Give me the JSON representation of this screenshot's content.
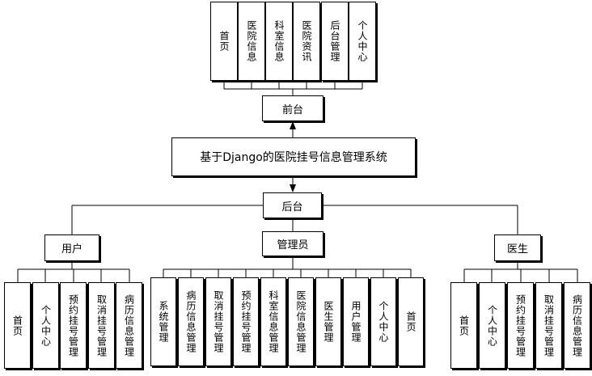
{
  "root": {
    "label": "基于Django的医院挂号信息管理系统"
  },
  "frontend": {
    "label": "前台",
    "modules": [
      "首页",
      "医院信息",
      "科室信息",
      "医院资讯",
      "后台管理",
      "个人中心"
    ]
  },
  "backend": {
    "label": "后台",
    "roles": [
      {
        "label": "用户",
        "modules": [
          "首页",
          "个人中心",
          "预约挂号管理",
          "取消挂号管理",
          "病历信息管理"
        ]
      },
      {
        "label": "管理员",
        "modules": [
          "系统管理",
          "病历信息管理",
          "取消挂号管理",
          "预约挂号管理",
          "科室信息管理",
          "医院信息管理",
          "医生管理",
          "用户管理",
          "个人中心",
          "首页"
        ]
      },
      {
        "label": "医生",
        "modules": [
          "首页",
          "个人中心",
          "预约挂号管理",
          "取消挂号管理",
          "病历信息管理"
        ]
      }
    ]
  }
}
